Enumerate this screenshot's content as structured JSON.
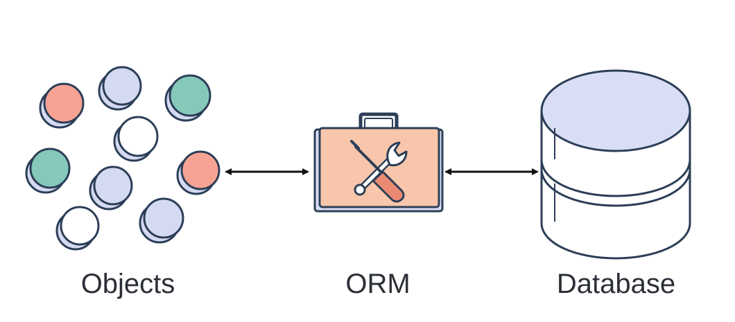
{
  "labels": {
    "objects": "Objects",
    "orm": "ORM",
    "database": "Database"
  },
  "icons": {
    "object": "coin-icon",
    "orm": "toolbox-icon",
    "tools": "wrench-screwdriver-icon",
    "database": "database-cylinder-icon"
  },
  "colors": {
    "outline": "#2c3e57",
    "object_salmon": "#f7a394",
    "object_teal": "#86c9bb",
    "object_lavender": "#d4daf1",
    "object_white": "#ffffff",
    "toolbox_fill": "#f8c6aa",
    "database_fill": "#d9def4",
    "screwdriver_handle": "#ea8a73"
  }
}
